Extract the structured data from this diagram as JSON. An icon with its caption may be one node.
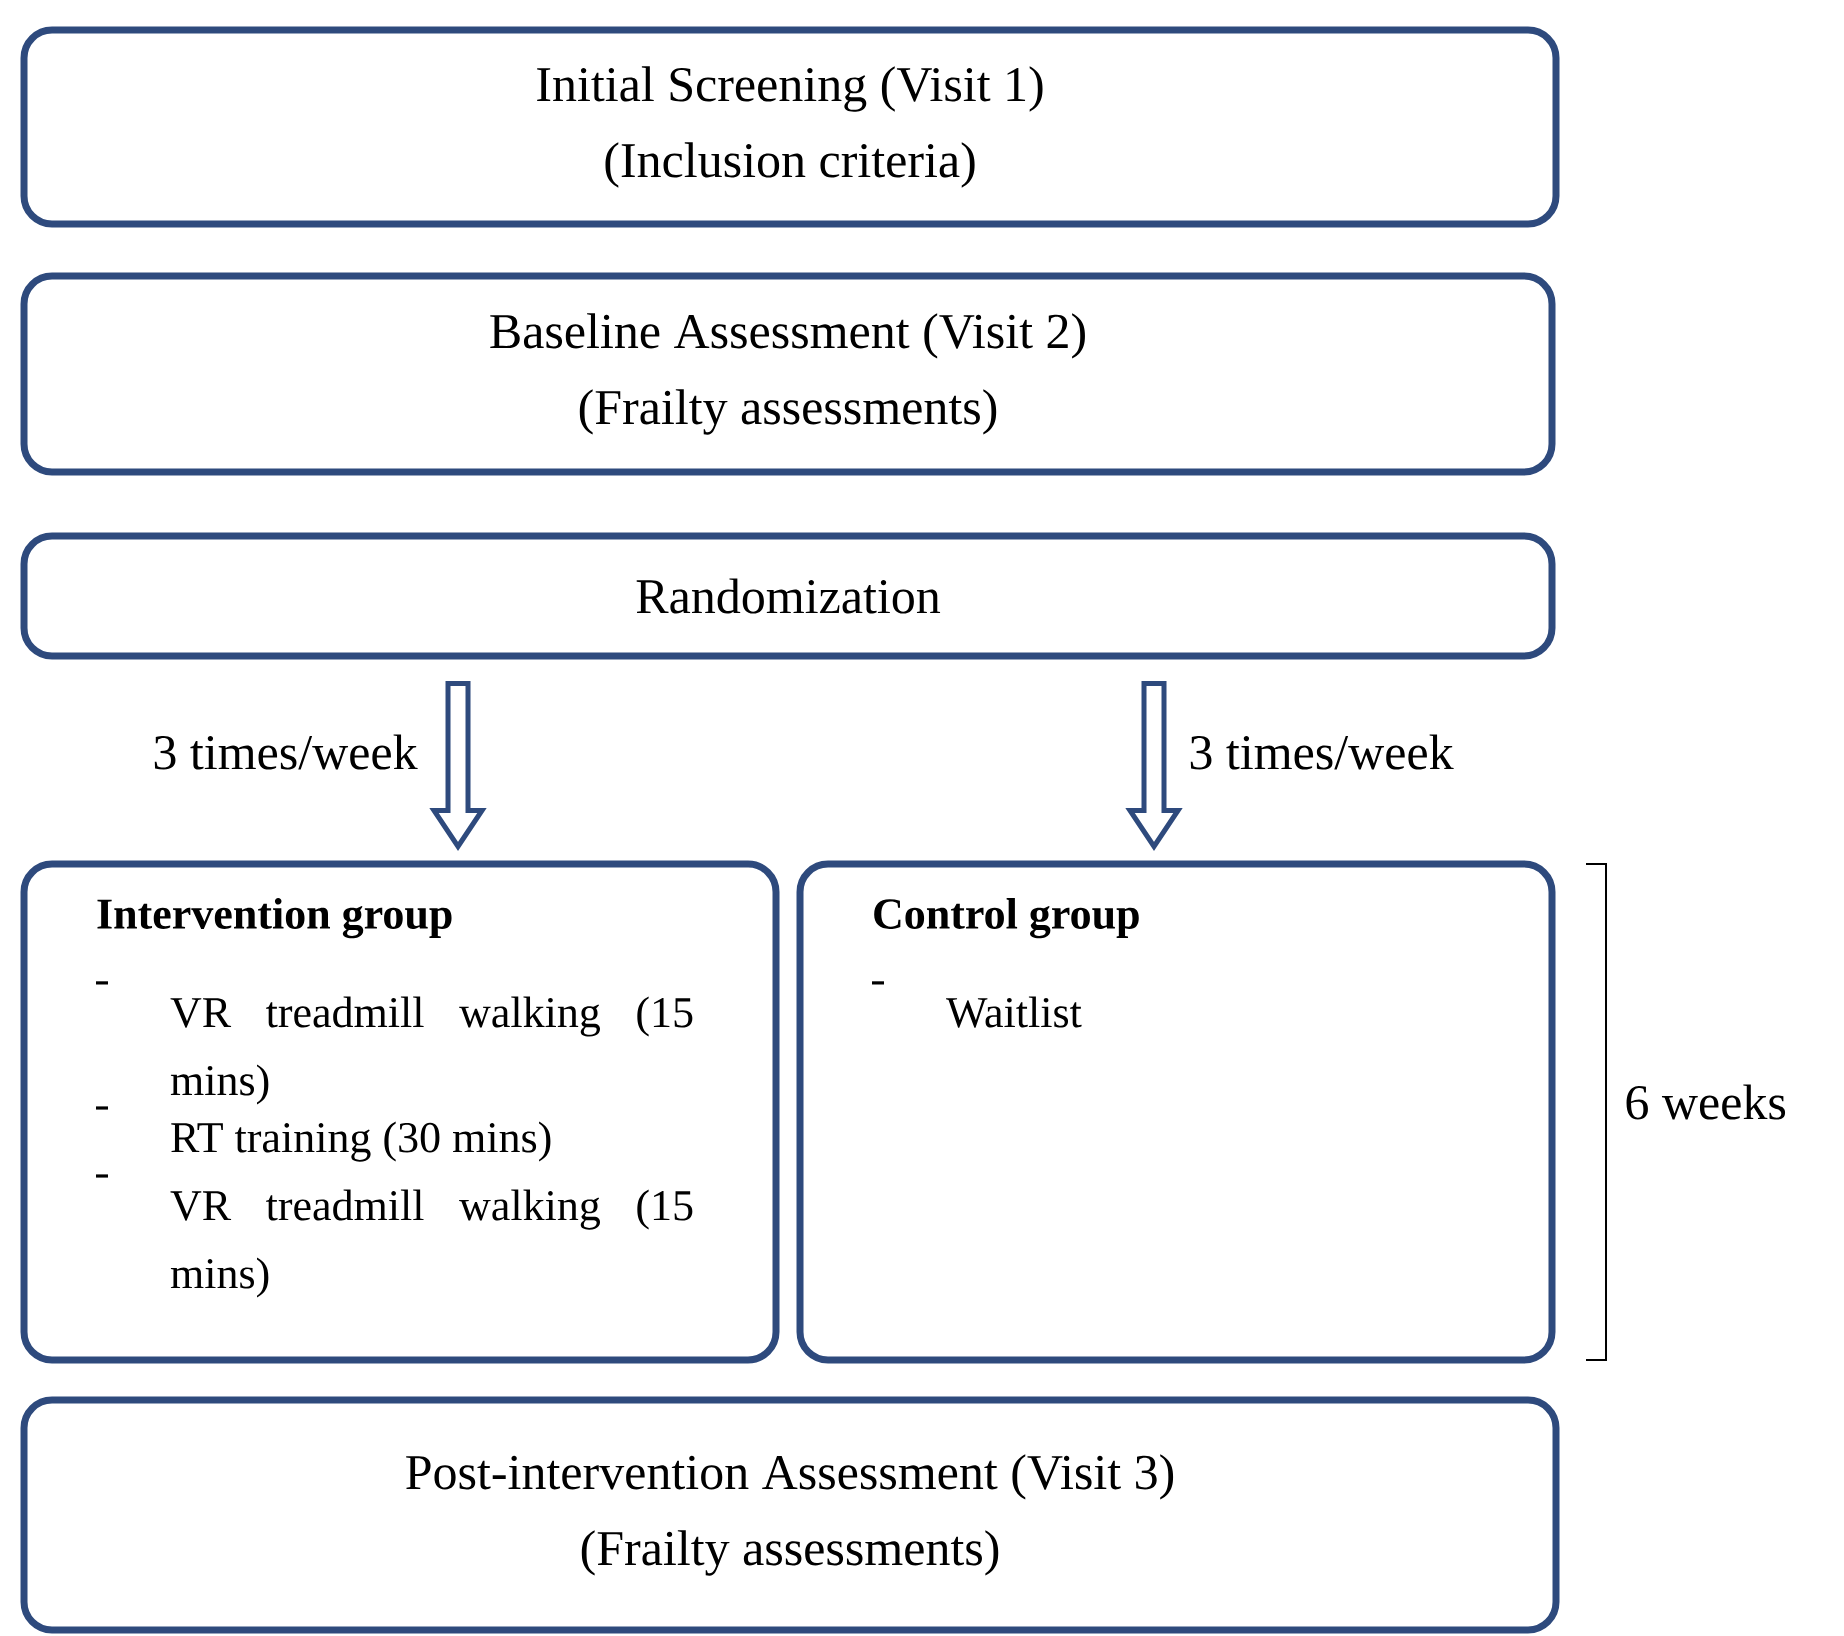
{
  "diagram": {
    "nodes": [
      {
        "text": [
          "Initial Screening (Visit 1)",
          "(Inclusion criteria)"
        ]
      },
      {
        "text": [
          "Baseline Assessment (Visit 2)",
          "(Frailty assessments)"
        ]
      },
      {
        "text": [
          "Randomization"
        ]
      },
      {
        "text": [
          "Intervention group",
          "VR treadmill walking (15 mins)",
          "RT training (30 mins)",
          "VR treadmill walking (15 mins)"
        ]
      },
      {
        "text": [
          "Control group",
          "Waitlist"
        ]
      },
      {
        "text": [
          "Post-intervention Assessment (Visit 3)",
          "(Frailty assessments)"
        ]
      }
    ],
    "edges": [
      {
        "from": 2,
        "to": 3,
        "arrow": "to",
        "label": "3 times/week"
      },
      {
        "from": 2,
        "to": 4,
        "arrow": "to",
        "label": "3 times/week"
      }
    ],
    "labels": [
      "6 weeks"
    ]
  }
}
